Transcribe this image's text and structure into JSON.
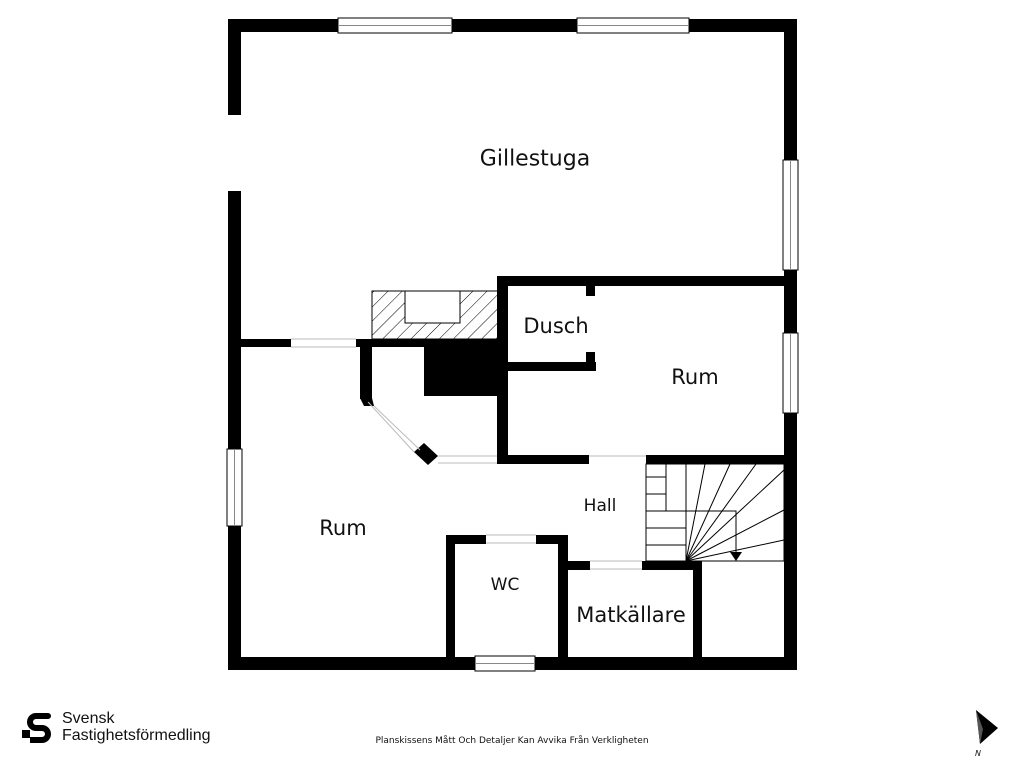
{
  "rooms": {
    "gillestuga": "Gillestuga",
    "dusch": "Dusch",
    "rum_right": "Rum",
    "rum_left": "Rum",
    "hall": "Hall",
    "wc": "WC",
    "matkallare": "Matkällare"
  },
  "footer": {
    "disclaimer": "Planskissens Mått Och Detaljer Kan Avvika Från Verkligheten",
    "brand_line1": "Svensk",
    "brand_line2": "Fastighetsförmedling",
    "compass_label": "N"
  },
  "colors": {
    "wall": "#000000",
    "background": "#ffffff",
    "window_line": "#9a9a9a"
  },
  "icons": [
    "logo-icon",
    "north-arrow-icon"
  ]
}
